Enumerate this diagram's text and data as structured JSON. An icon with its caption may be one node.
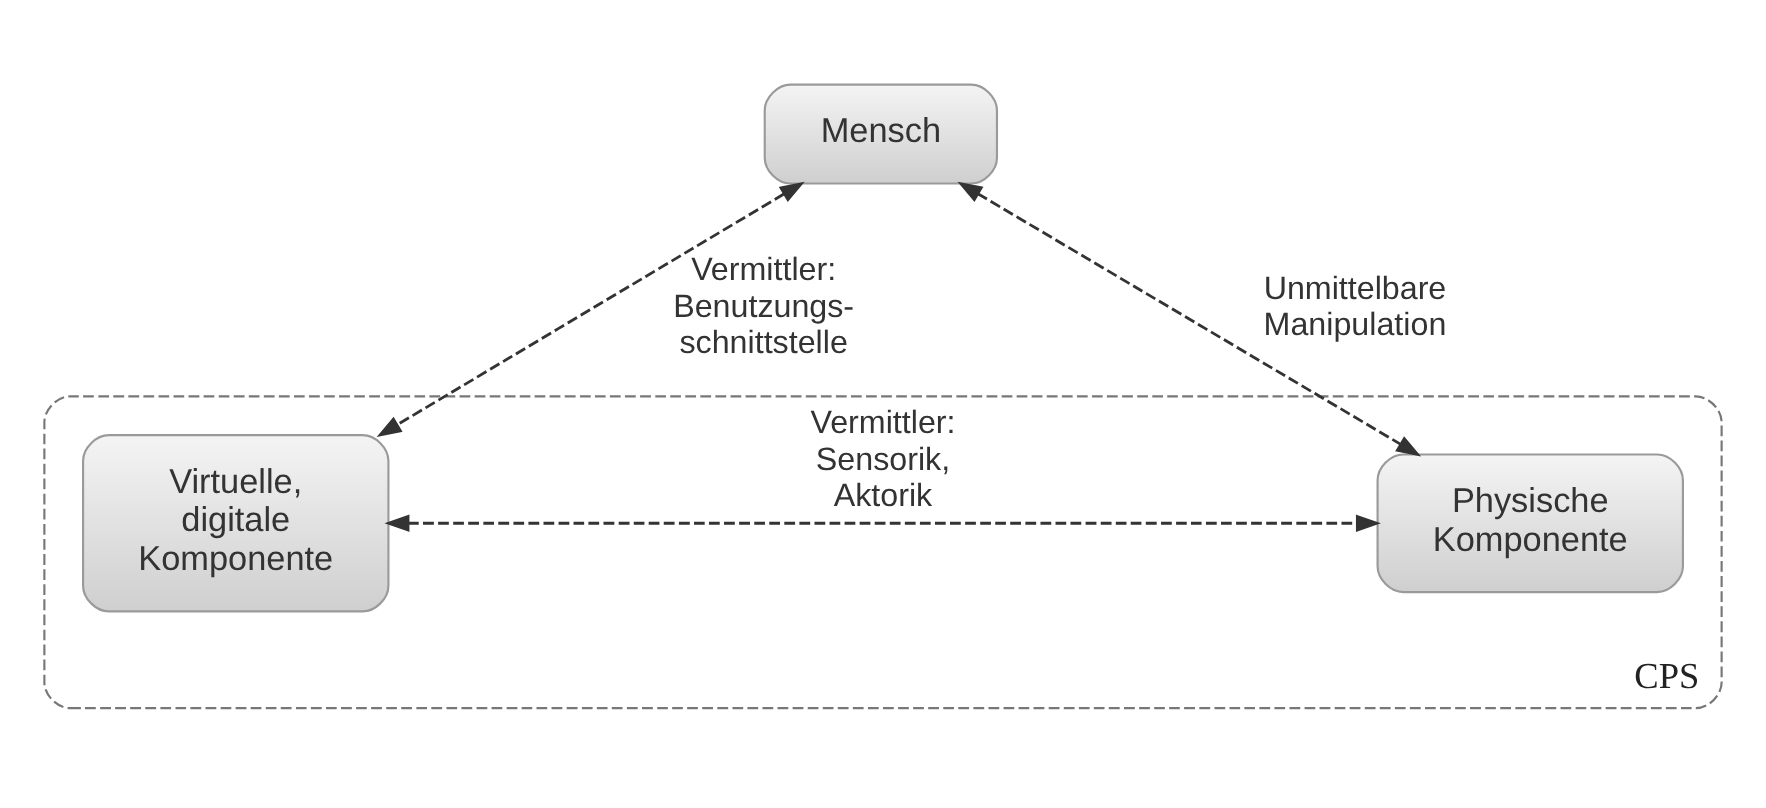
{
  "diagram": {
    "nodes": [
      {
        "text": [
          "Mensch"
        ]
      },
      {
        "text": [
          "CPS"
        ]
      },
      {
        "text": [
          "Virtuelle, digitale Komponente"
        ],
        "in": 1
      },
      {
        "text": [
          "Physische Komponente"
        ],
        "in": 1
      }
    ],
    "edges": [
      {
        "from": 0,
        "to": 2,
        "arrow": "both",
        "style": "dashed",
        "label": "Vermittler: Benutzungs- schnittstelle"
      },
      {
        "from": 0,
        "to": 3,
        "arrow": "both",
        "style": "dashed",
        "label": "Unmittelbare Manipulation"
      },
      {
        "from": 2,
        "to": 3,
        "arrow": "both",
        "style": "dashed",
        "label": "Vermittler: Sensorik, Aktorik"
      }
    ]
  }
}
